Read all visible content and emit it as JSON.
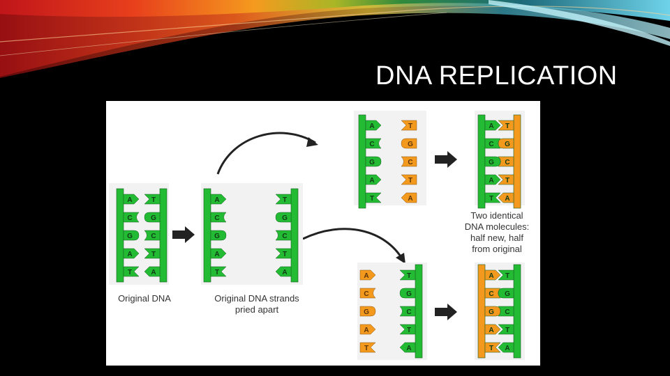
{
  "slide": {
    "title": "DNA REPLICATION"
  },
  "diagram": {
    "caption_original": "Original DNA",
    "caption_pried_line1": "Original DNA strands",
    "caption_pried_line2": "pried apart",
    "caption_result_line1": "Two identical",
    "caption_result_line2": "DNA molecules:",
    "caption_result_line3": "half new, half",
    "caption_result_line4": "from original",
    "bases_left": [
      "A",
      "C",
      "G",
      "A",
      "T"
    ],
    "bases_right": [
      "T",
      "G",
      "C",
      "T",
      "A"
    ],
    "colors": {
      "original_strand": "#22bb33",
      "new_strand": "#f39a1e",
      "arrow": "#222222"
    }
  }
}
